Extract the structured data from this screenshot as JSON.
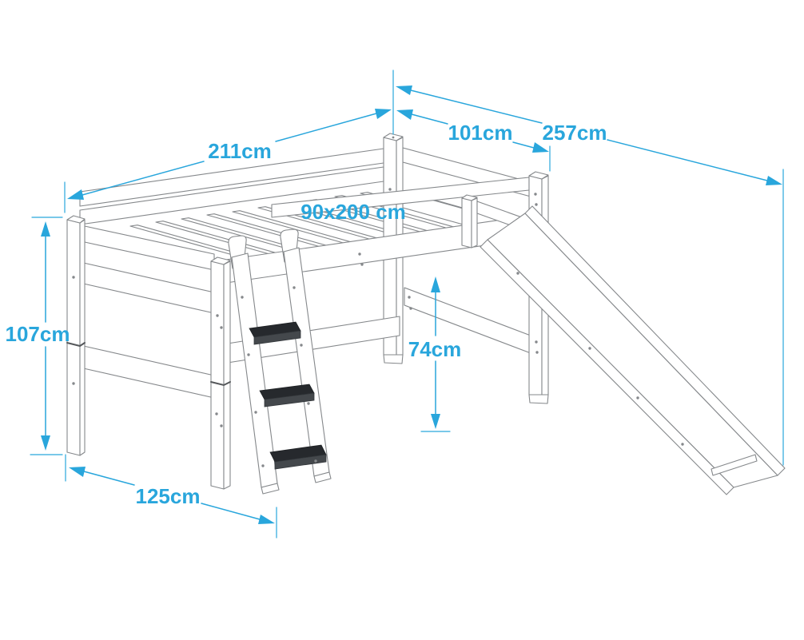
{
  "diagram": {
    "subject": "mid-sleeper bed with ladder and slide, dimensioned line drawing"
  },
  "colors": {
    "accent": "#29A6DC",
    "line_art": "#85888B",
    "step_top": "#26292D",
    "step_front": "#44484C",
    "background": "#FFFFFF"
  },
  "dimensions": {
    "bed_length": "211cm",
    "bed_width": "101cm",
    "total_width_with_slide": "257cm",
    "mattress_size": "90x200 cm",
    "bed_height": "107cm",
    "under_bed_clearance": "74cm",
    "footprint_depth_with_ladder": "125cm"
  }
}
